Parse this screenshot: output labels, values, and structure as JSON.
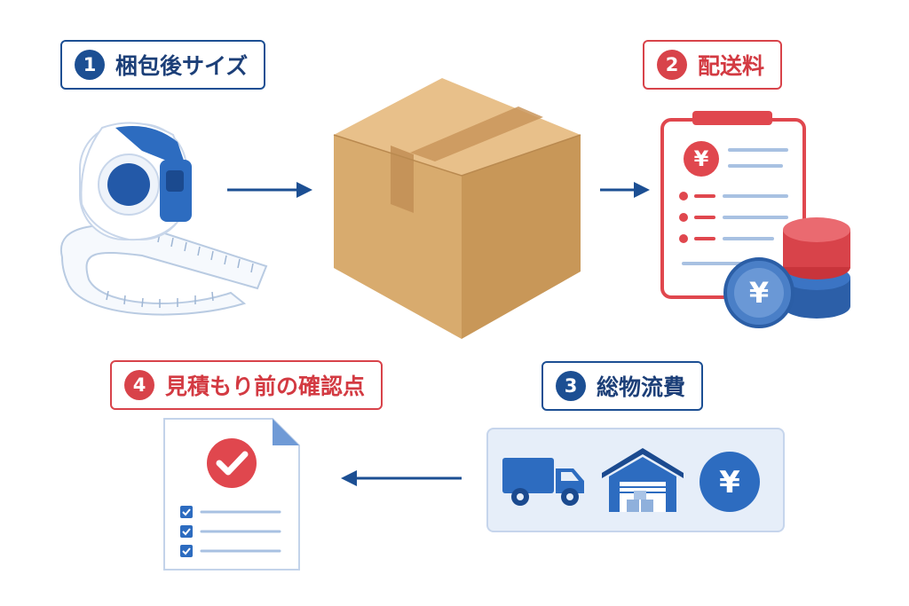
{
  "steps": [
    {
      "number": "1",
      "title": "梱包後サイズ"
    },
    {
      "number": "2",
      "title": "配送料"
    },
    {
      "number": "3",
      "title": "総物流費"
    },
    {
      "number": "4",
      "title": "見積もり前の確認点"
    }
  ],
  "symbols": {
    "yen": "¥"
  },
  "icons": {
    "step1": "tape-measure-icon",
    "center": "cardboard-box-icon",
    "step2": "invoice-with-coins-icon",
    "step3": [
      "delivery-truck-icon",
      "warehouse-icon",
      "yen-circle-icon"
    ],
    "step4": "checklist-document-icon"
  },
  "colors": {
    "blue": "#1c4f93",
    "red": "#d8434a",
    "box": "#dcae74",
    "panel": "#e6eef9"
  }
}
